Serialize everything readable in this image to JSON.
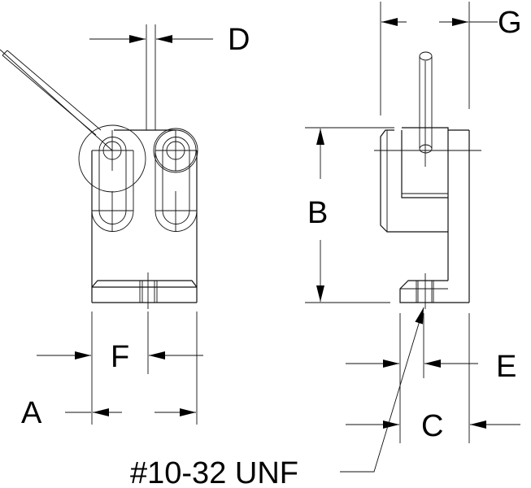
{
  "dimensions": {
    "A": "A",
    "B": "B",
    "C": "C",
    "D": "D",
    "E": "E",
    "F": "F",
    "G": "G"
  },
  "thread_callout": "#10-32 UNF",
  "colors": {
    "line": "#111111",
    "background": "#ffffff"
  }
}
